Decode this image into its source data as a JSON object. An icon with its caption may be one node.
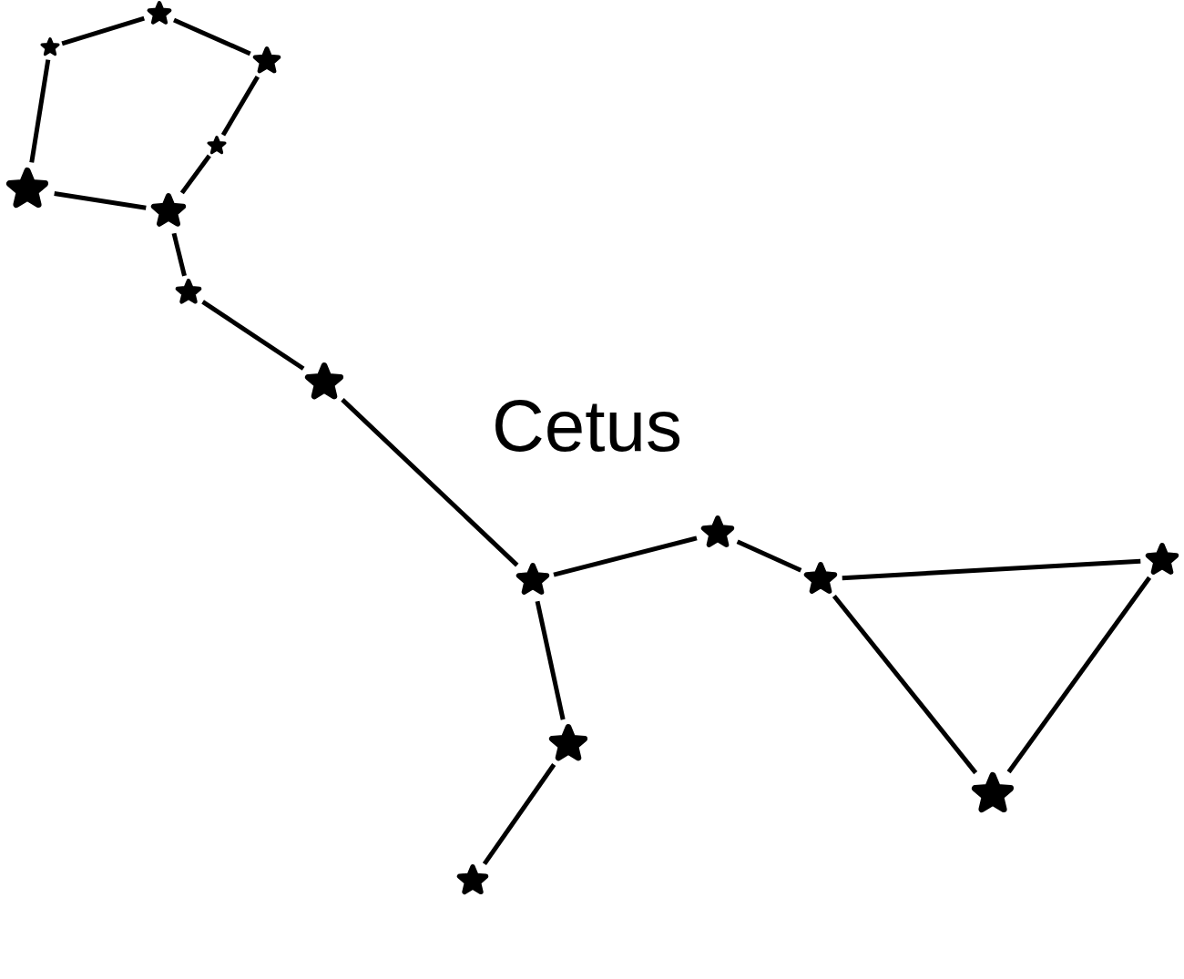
{
  "diagram": {
    "nodes": [
      {
        "text": [],
        "shape": "star"
      },
      {
        "text": [],
        "shape": "star"
      },
      {
        "text": [],
        "shape": "star"
      },
      {
        "text": [],
        "shape": "star"
      },
      {
        "text": [],
        "shape": "star"
      },
      {
        "text": [],
        "shape": "star"
      },
      {
        "text": [],
        "shape": "star"
      },
      {
        "text": [],
        "shape": "star"
      },
      {
        "text": [],
        "shape": "star"
      },
      {
        "text": [],
        "shape": "star"
      },
      {
        "text": [],
        "shape": "star"
      },
      {
        "text": [],
        "shape": "star"
      },
      {
        "text": [],
        "shape": "star"
      },
      {
        "text": [],
        "shape": "star"
      },
      {
        "text": [],
        "shape": "star"
      }
    ],
    "edges": [
      {
        "from": 1,
        "to": 0,
        "arrow": "none"
      },
      {
        "from": 0,
        "to": 2,
        "arrow": "none"
      },
      {
        "from": 2,
        "to": 3,
        "arrow": "none"
      },
      {
        "from": 3,
        "to": 5,
        "arrow": "none"
      },
      {
        "from": 1,
        "to": 4,
        "arrow": "none"
      },
      {
        "from": 4,
        "to": 5,
        "arrow": "none"
      },
      {
        "from": 5,
        "to": 6,
        "arrow": "none"
      },
      {
        "from": 6,
        "to": 7,
        "arrow": "none"
      },
      {
        "from": 7,
        "to": 11,
        "arrow": "none"
      },
      {
        "from": 11,
        "to": 8,
        "arrow": "none"
      },
      {
        "from": 8,
        "to": 10,
        "arrow": "none"
      },
      {
        "from": 10,
        "to": 9,
        "arrow": "none"
      },
      {
        "from": 10,
        "to": 13,
        "arrow": "none"
      },
      {
        "from": 9,
        "to": 13,
        "arrow": "none"
      },
      {
        "from": 11,
        "to": 12,
        "arrow": "none"
      },
      {
        "from": 12,
        "to": 14,
        "arrow": "none"
      }
    ],
    "labels": [
      "Cetus"
    ]
  }
}
